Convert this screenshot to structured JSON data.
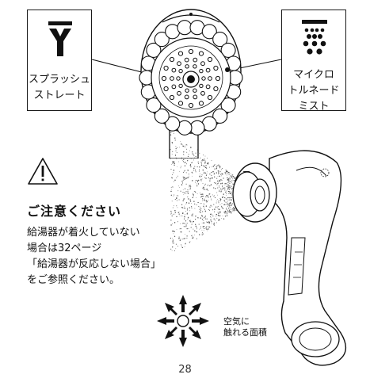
{
  "modes": {
    "left": {
      "label": "スプラッシュ\nストレート",
      "icon": "splash-straight-icon"
    },
    "right": {
      "label": "マイクロ\nトルネード\nミスト",
      "icon": "micro-tornado-mist-icon"
    }
  },
  "caution": {
    "icon": "warning-triangle-icon",
    "title": "ご注意ください",
    "body": "給湯器が着火していない\n場合は32ページ\n「給湯器が反応しない場合」\nをご参照ください。"
  },
  "touch_area": {
    "icon": "touch-area-burst-icon",
    "label": "空気に\n触れる面積"
  },
  "page_number": "28"
}
